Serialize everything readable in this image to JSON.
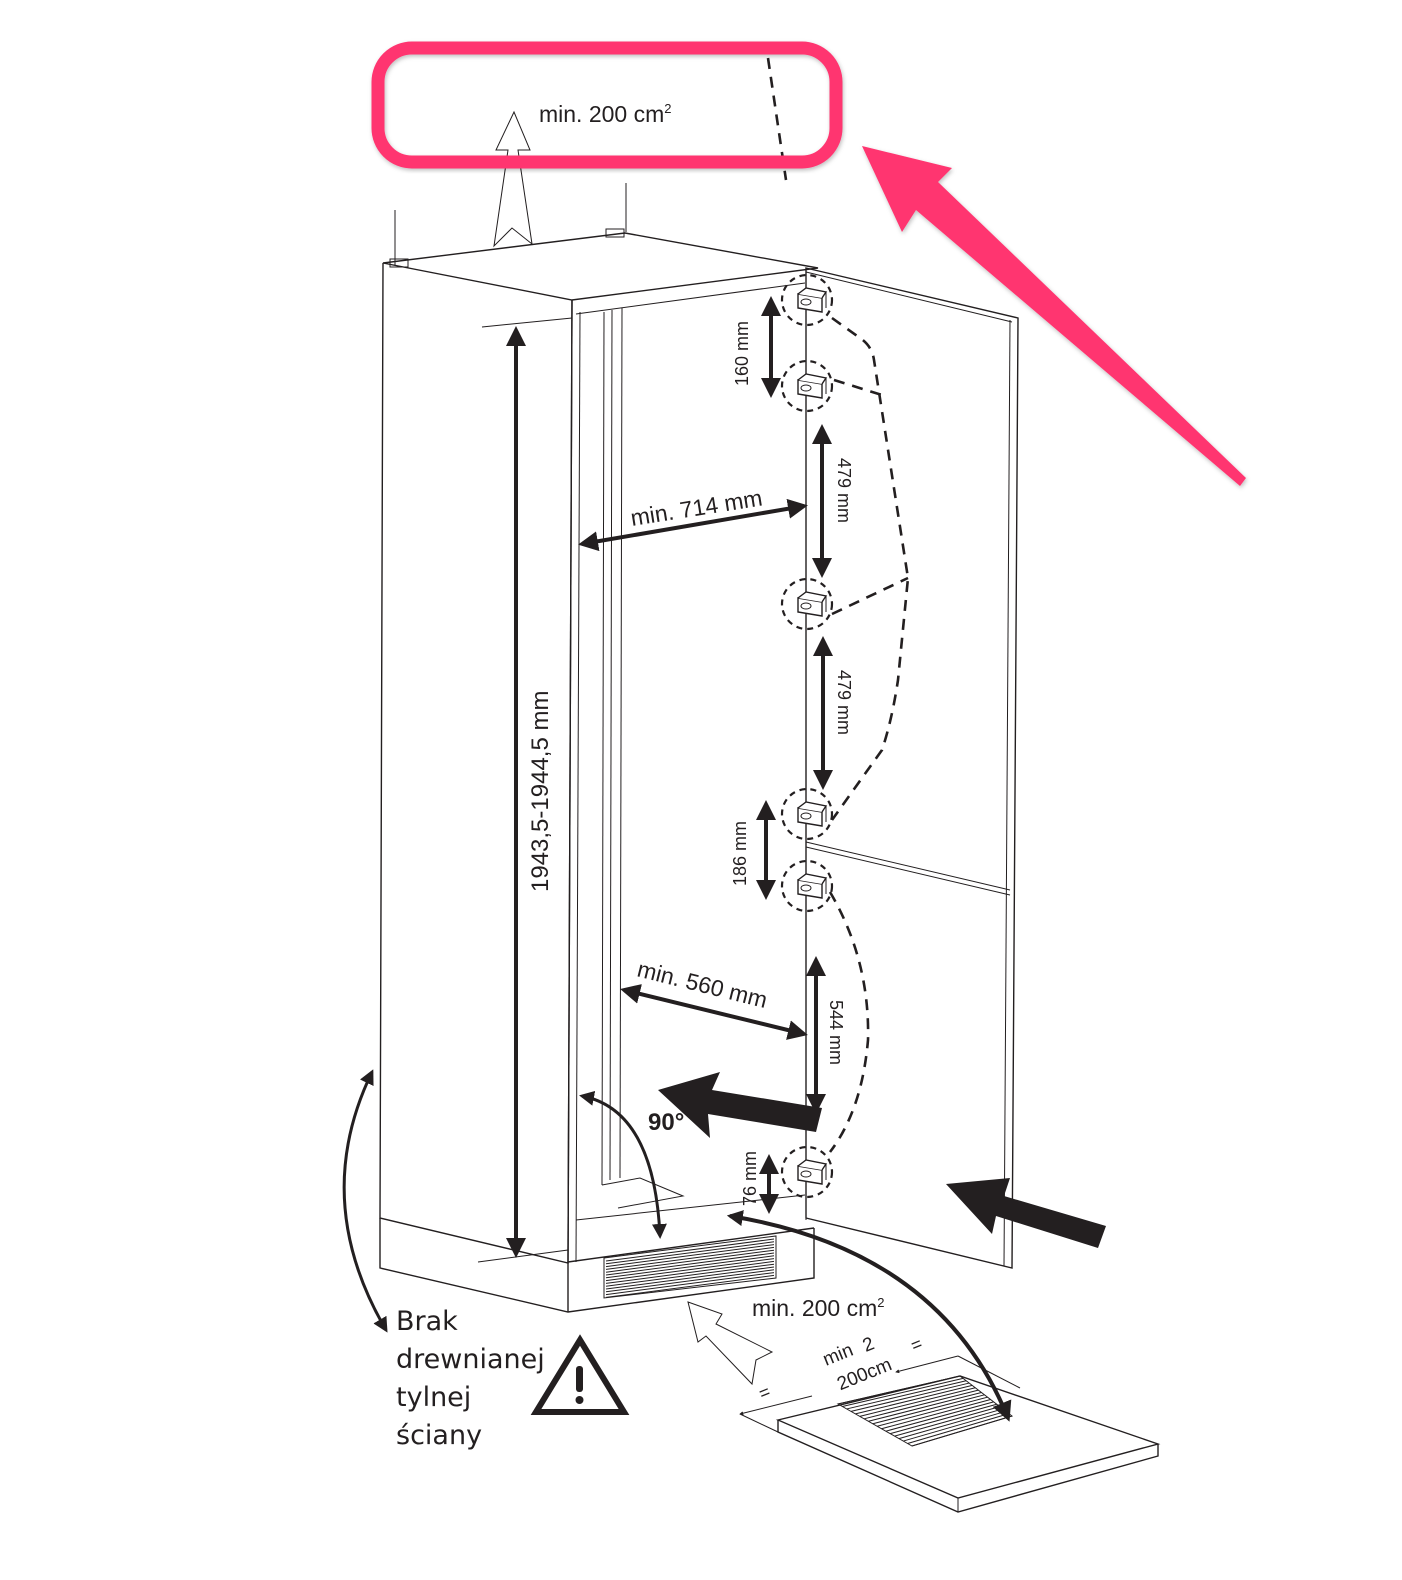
{
  "diagram": {
    "colors": {
      "ink": "#231f20",
      "highlight": "#ff3470",
      "background": "#ffffff"
    },
    "top_ventilation": {
      "label": "min. 200 cm",
      "superscript": "2"
    },
    "bottom_ventilation": {
      "label": "min. 200 cm",
      "superscript": "2"
    },
    "plinth_opening": {
      "line1": "min",
      "superscript": "2",
      "line2": "200cm",
      "equal_left": "=",
      "equal_right": "="
    },
    "dimensions": {
      "height": "1943,5-1944,5 mm",
      "width_upper": "min. 714 mm",
      "width_lower": "min. 560 mm",
      "hinge_gap_1": "160 mm",
      "hinge_gap_2": "479 mm",
      "hinge_gap_3": "479 mm",
      "hinge_gap_4": "186 mm",
      "hinge_gap_5": "544 mm",
      "hinge_gap_6": "76 mm",
      "door_angle": "90°"
    },
    "warning": {
      "line1": "Brak",
      "line2": "drewnianej",
      "line3": "tylnej",
      "line4": "ściany",
      "icon": "warning-triangle-icon"
    },
    "annotation": {
      "shape": "rounded-rectangle-highlight",
      "pointer": "arrow-pointer-icon"
    }
  }
}
